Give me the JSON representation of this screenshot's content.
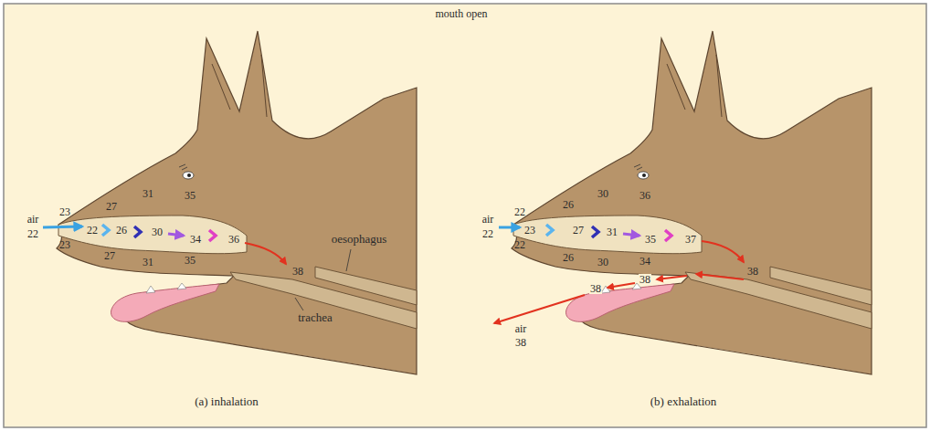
{
  "diagram": {
    "title": "mouth open",
    "labels": [
      "air",
      "22",
      "23",
      "23",
      "22",
      "26",
      "27",
      "27",
      "30",
      "31",
      "31",
      "34",
      "35",
      "35",
      "36",
      "38",
      "oesophagus",
      "trachea",
      "(a) inhalation",
      "air",
      "22",
      "22",
      "23",
      "22",
      "26",
      "27",
      "26",
      "31",
      "30",
      "30",
      "35",
      "36",
      "34",
      "37",
      "38",
      "38",
      "38",
      "air",
      "38",
      "(b) exhalation"
    ]
  }
}
